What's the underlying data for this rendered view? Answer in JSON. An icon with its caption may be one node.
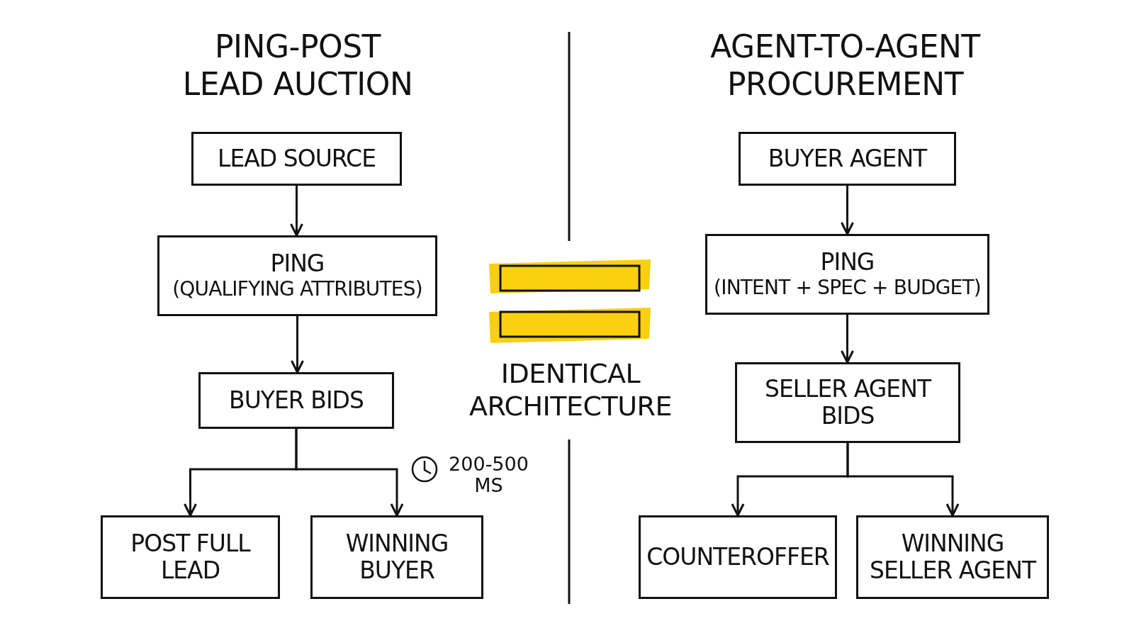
{
  "diagram": {
    "nodes": [
      {
        "text": [
          "LEAD SOURCE"
        ]
      },
      {
        "text": [
          "PING",
          "(QUALIFYING ATTRIBUTES)"
        ]
      },
      {
        "text": [
          "BUYER BIDS"
        ]
      },
      {
        "text": [
          "POST FULL LEAD"
        ]
      },
      {
        "text": [
          "WINNING BUYER"
        ]
      },
      {
        "text": [
          "BUYER AGENT"
        ]
      },
      {
        "text": [
          "PING",
          "(INTENT + SPEC + BUDGET)"
        ]
      },
      {
        "text": [
          "SELLER AGENT BIDS"
        ]
      },
      {
        "text": [
          "COUNTEROFFER"
        ]
      },
      {
        "text": [
          "WINNING SELLER AGENT"
        ]
      }
    ],
    "edges": [
      {
        "from": 0,
        "to": 1,
        "arrow": "to"
      },
      {
        "from": 1,
        "to": 2,
        "arrow": "to"
      },
      {
        "from": 2,
        "to": 3,
        "arrow": "to"
      },
      {
        "from": 2,
        "to": 4,
        "arrow": "to"
      },
      {
        "from": 5,
        "to": 6,
        "arrow": "to"
      },
      {
        "from": 6,
        "to": 7,
        "arrow": "to"
      },
      {
        "from": 7,
        "to": 8,
        "arrow": "to"
      },
      {
        "from": 7,
        "to": 9,
        "arrow": "to"
      }
    ],
    "labels": [
      "PING-POST LEAD AUCTION",
      "AGENT-TO-AGENT PROCUREMENT",
      "IDENTICAL ARCHITECTURE",
      "200-500 MS"
    ]
  }
}
